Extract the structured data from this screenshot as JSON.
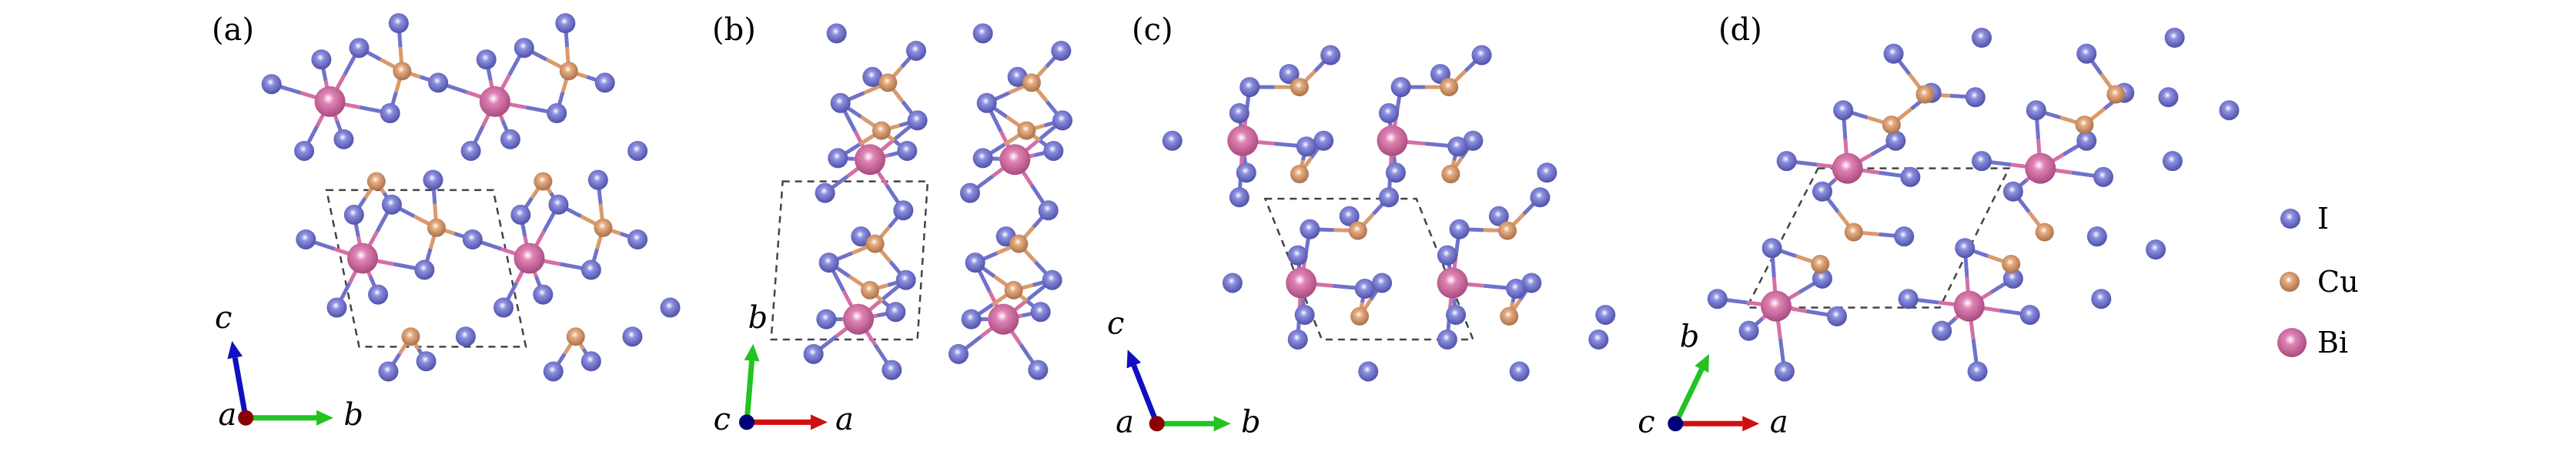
{
  "figure": {
    "panels": [
      {
        "label": "(a)",
        "axes": {
          "origin": "a",
          "right": "b",
          "up": "c"
        }
      },
      {
        "label": "(b)",
        "axes": {
          "origin": "c",
          "right": "a",
          "up": "b"
        }
      },
      {
        "label": "(c)",
        "axes": {
          "origin": "a",
          "right": "b",
          "up": "c"
        }
      },
      {
        "label": "(d)",
        "axes": {
          "origin": "c",
          "right": "a",
          "up": "b"
        }
      }
    ],
    "legend": [
      {
        "label": "I",
        "color": "#6f72c9"
      },
      {
        "label": "Cu",
        "color": "#d99a6c"
      },
      {
        "label": "Bi",
        "color": "#d46fa6"
      }
    ],
    "axis_colors": {
      "a": "#d01010",
      "b": "#22c322",
      "c": "#1010c0",
      "a_origin": "#8b0000",
      "c_origin": "#00007a"
    }
  }
}
